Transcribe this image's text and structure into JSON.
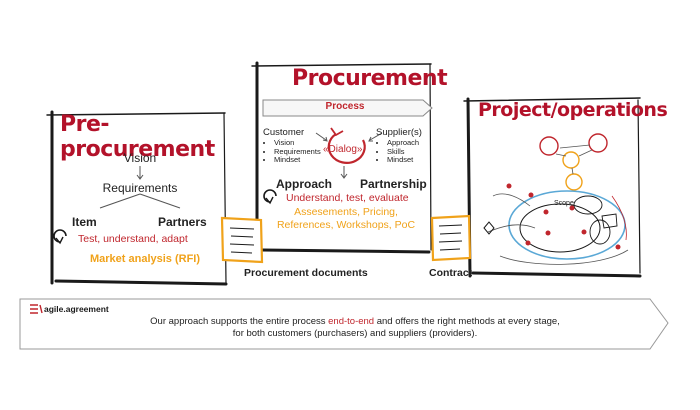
{
  "pre_procurement": {
    "title": "Pre-procurement",
    "vision": "Vision",
    "requirements": "Requirements",
    "item": "Item",
    "partners": "Partners",
    "cycle_text": "Test, understand, adapt",
    "rfi": "Market analysis (RFI)"
  },
  "procurement": {
    "title": "Procurement",
    "process": "Process",
    "customer": "Customer",
    "customer_items": [
      "Vision",
      "Requirements",
      "Mindset"
    ],
    "supplier": "Supplier(s)",
    "supplier_items": [
      "Approach",
      "Skills",
      "Mindset"
    ],
    "dialog": "«Dialog»",
    "approach": "Approach",
    "partnership": "Partnership",
    "cycle_text": "Understand, test, evaluate",
    "methods_line1": "Assesements, Pricing,",
    "methods_line2": "References, Workshops, PoC"
  },
  "project": {
    "title": "Project/operations",
    "scope": "Scope"
  },
  "docs": {
    "procurement_documents": "Procurement documents",
    "contract": "Contract"
  },
  "footer": {
    "brand": "agile.agreement",
    "line1_before": "Our approach supports the entire process ",
    "line1_highlight": "end-to-end",
    "line1_after": " and offers the right methods at every stage,",
    "line2": "for both customers (purchasers) and suppliers (providers)."
  },
  "colors": {
    "accent_red": "#c0262d",
    "accent_orange": "#f0a21a",
    "ink": "#1a1a1a",
    "sketch_blue": "#5aa8d6"
  }
}
